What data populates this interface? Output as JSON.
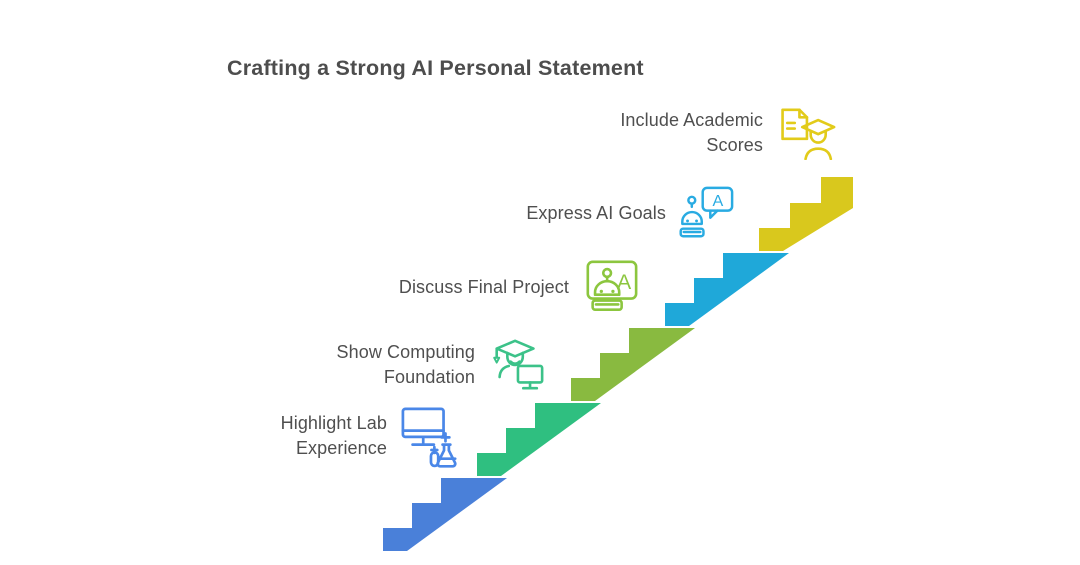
{
  "title": "Crafting a Strong AI Personal Statement",
  "icon_letters": {
    "ai_goals": "A",
    "final_project": "A"
  },
  "steps": [
    {
      "label": "Highlight Lab Experience",
      "color": "#4a80d9",
      "icon_color": "#4a87e8",
      "icon": "monitor-flask-icon"
    },
    {
      "label": "Show Computing Foundation",
      "color": "#2fbf80",
      "icon_color": "#3cc289",
      "icon": "graduate-monitor-icon"
    },
    {
      "label": "Discuss Final Project",
      "color": "#89ba40",
      "icon_color": "#8cc63f",
      "icon": "robot-board-icon"
    },
    {
      "label": "Express AI Goals",
      "color": "#1fa8d9",
      "icon_color": "#29abe2",
      "icon": "robot-chat-icon"
    },
    {
      "label": "Include Academic Scores",
      "color": "#d9c81d",
      "icon_color": "#e2cb1a",
      "icon": "document-graduate-icon"
    }
  ]
}
